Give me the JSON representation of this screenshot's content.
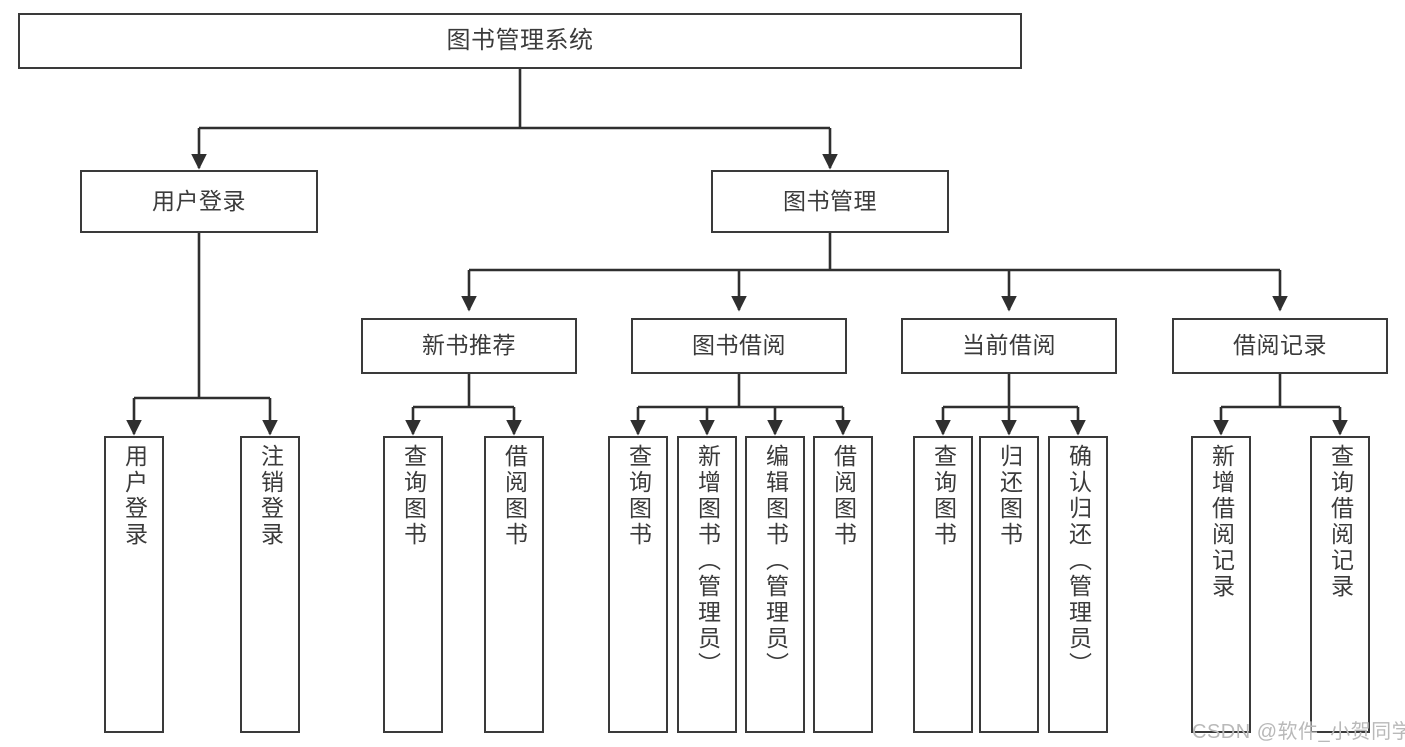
{
  "diagram": {
    "title": "图书管理系统",
    "type": "tree-hierarchy-chart",
    "colors": {
      "box_border": "#3a3a3a",
      "box_fill": "#ffffff",
      "connector": "#2f2f2f",
      "text": "#3b3b3b",
      "watermark": "#b9b9b9",
      "background": "#ffffff"
    }
  },
  "watermark": {
    "text": "CSDN @软件_小贺同学"
  },
  "nodes": {
    "root": {
      "label": "图书管理系统"
    },
    "level2": [
      {
        "label": "用户登录"
      },
      {
        "label": "图书管理"
      }
    ],
    "level3": [
      {
        "label": "新书推荐"
      },
      {
        "label": "图书借阅"
      },
      {
        "label": "当前借阅"
      },
      {
        "label": "借阅记录"
      }
    ],
    "leaves": {
      "user_login": [
        {
          "label": "用户登录"
        },
        {
          "label": "注销登录"
        }
      ],
      "new_book_recommend": [
        {
          "label": "查询图书"
        },
        {
          "label": "借阅图书"
        }
      ],
      "book_borrow": [
        {
          "label": "查询图书"
        },
        {
          "label": "新增图书（管理员）"
        },
        {
          "label": "编辑图书（管理员）"
        },
        {
          "label": "借阅图书"
        }
      ],
      "current_borrow": [
        {
          "label": "查询图书"
        },
        {
          "label": "归还图书"
        },
        {
          "label": "确认归还（管理员）"
        }
      ],
      "borrow_record": [
        {
          "label": "新增借阅记录"
        },
        {
          "label": "查询借阅记录"
        }
      ]
    }
  },
  "chart_data": {
    "type": "tree",
    "title": "图书管理系统",
    "root": "图书管理系统",
    "edges": [
      [
        "图书管理系统",
        "用户登录"
      ],
      [
        "图书管理系统",
        "图书管理"
      ],
      [
        "用户登录",
        "用户登录"
      ],
      [
        "用户登录",
        "注销登录"
      ],
      [
        "图书管理",
        "新书推荐"
      ],
      [
        "图书管理",
        "图书借阅"
      ],
      [
        "图书管理",
        "当前借阅"
      ],
      [
        "图书管理",
        "借阅记录"
      ],
      [
        "新书推荐",
        "查询图书"
      ],
      [
        "新书推荐",
        "借阅图书"
      ],
      [
        "图书借阅",
        "查询图书"
      ],
      [
        "图书借阅",
        "新增图书（管理员）"
      ],
      [
        "图书借阅",
        "编辑图书（管理员）"
      ],
      [
        "图书借阅",
        "借阅图书"
      ],
      [
        "当前借阅",
        "查询图书"
      ],
      [
        "当前借阅",
        "归还图书"
      ],
      [
        "当前借阅",
        "确认归还（管理员）"
      ],
      [
        "借阅记录",
        "新增借阅记录"
      ],
      [
        "借阅记录",
        "查询借阅记录"
      ]
    ],
    "depth": 4,
    "leaf_count": 13
  }
}
